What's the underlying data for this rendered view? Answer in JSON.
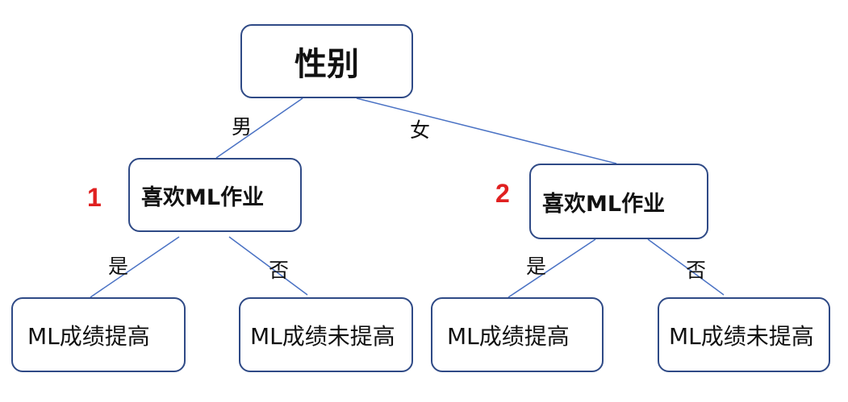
{
  "root": {
    "label": "性别"
  },
  "edges": {
    "male": "男",
    "female": "女"
  },
  "left": {
    "number": "1",
    "label": "喜欢ML作业",
    "yes": "是",
    "no": "否",
    "leaf_yes": "ML成绩提高",
    "leaf_no": "ML成绩未提高"
  },
  "right": {
    "number": "2",
    "label": "喜欢ML作业",
    "yes": "是",
    "no": "否",
    "leaf_yes": "ML成绩提高",
    "leaf_no": "ML成绩未提高"
  },
  "colors": {
    "box_border": "#2f4a86",
    "edge_line": "#4a72c4",
    "number_color": "#e02020"
  }
}
